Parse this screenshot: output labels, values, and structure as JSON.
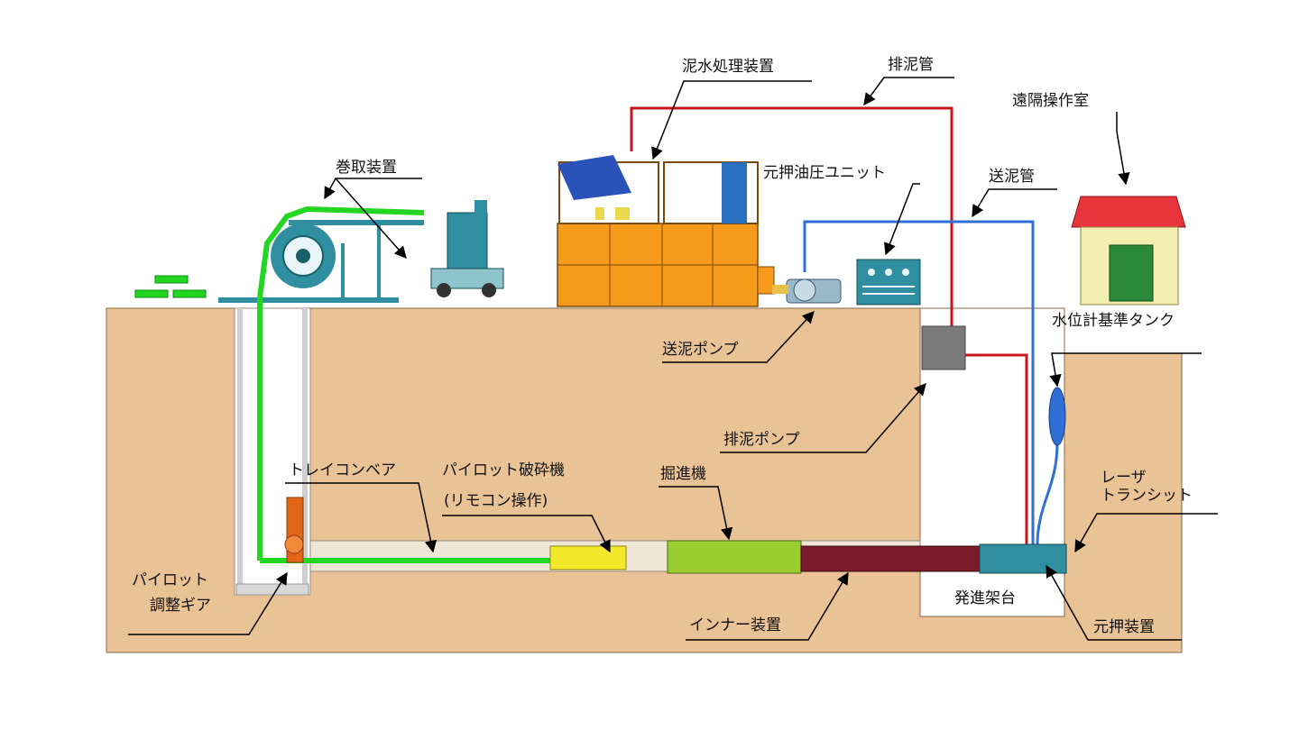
{
  "labels": {
    "slurry_treatment": "泥水処理装置",
    "discharge_pipe": "排泥管",
    "remote_room": "遠隔操作室",
    "winder": "巻取装置",
    "hydraulic_unit": "元押油圧ユニット",
    "feed_pipe": "送泥管",
    "feed_pump": "送泥ポンプ",
    "water_tank": "水位計基準タンク",
    "discharge_pump": "排泥ポンプ",
    "laser_transit": "レーザ\nトランシット",
    "tray_conveyor": "トレイコンベア",
    "pilot_crusher_1": "パイロット破砕機",
    "pilot_crusher_2": "(リモコン操作)",
    "tunneling_machine": "掘進機",
    "pilot_gear_1": "パイロット",
    "pilot_gear_2": "調整ギア",
    "inner_device": "インナー装置",
    "launch_frame": "発進架台",
    "main_jack": "元押装置"
  },
  "colors": {
    "ground": "#e9c396",
    "ground_line": "#8a6a4a",
    "discharge_line": "#c8141b",
    "feed_line": "#2f6fd6",
    "conveyor": "#22d622",
    "plant": "#f59a1a",
    "machinery": "#2f8fa0",
    "roof": "#e8353b",
    "house": "#f4efb0",
    "tunneling_machine": "#9acd32",
    "crusher": "#f2ea2a"
  }
}
